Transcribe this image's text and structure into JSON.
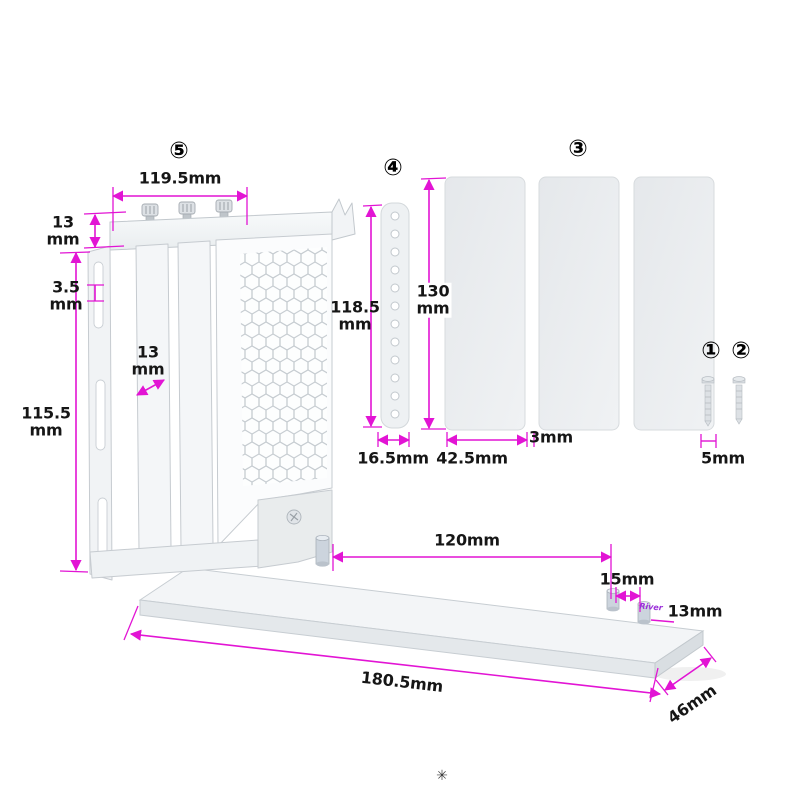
{
  "colors": {
    "dimension": "#e214d4",
    "logo": "#9b30d9"
  },
  "parts": {
    "n1": "①",
    "n2": "②",
    "n3": "③",
    "n4": "④",
    "n5": "⑤"
  },
  "dimensions": {
    "top_width": "119.5mm",
    "rail_height": "13\nmm",
    "small_slot": "3.5\nmm",
    "slat_gap": "13\nmm",
    "bracket_height": "115.5\nmm",
    "strip_height": "118.5\nmm",
    "plate_height": "130\nmm",
    "strip_width": "16.5mm",
    "plate_width": "42.5mm",
    "plate_thickness": "3mm",
    "screw_length": "5mm",
    "base_hole_span": "120mm",
    "standoff_gap": "15mm",
    "edge_offset": "13mm",
    "base_length": "180.5mm",
    "base_depth": "46mm"
  },
  "logo_text": "River",
  "footer_glyph": "✳"
}
